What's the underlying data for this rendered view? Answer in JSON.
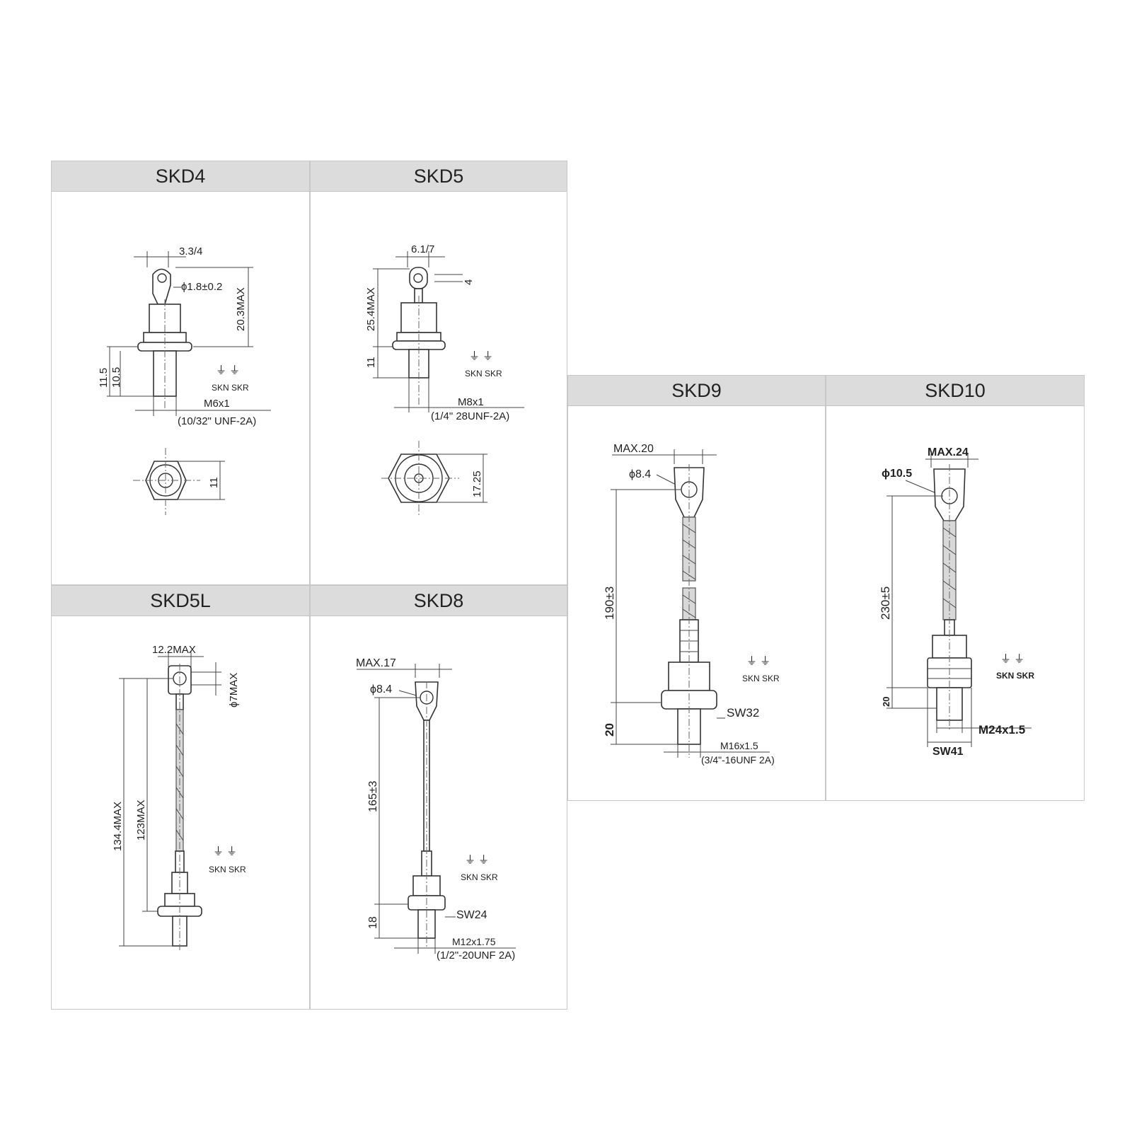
{
  "panels": [
    {
      "title": "SKD4",
      "labels": {
        "d1": "3.3/4",
        "d2": "ϕ1.8±0.2",
        "d3": "20.3MAX",
        "d4": "11.5",
        "d5": "10.5",
        "thread1": "M6x1",
        "thread2": "(10/32\" UNF-2A)",
        "hex": "11",
        "sym": "SKN SKR"
      }
    },
    {
      "title": "SKD5",
      "labels": {
        "d1": "6.1/7",
        "d2": "4",
        "d3": "25.4MAX",
        "d4": "11",
        "thread1": "M8x1",
        "thread2": "(1/4\" 28UNF-2A)",
        "hex": "17.25",
        "sym": "SKN SKR"
      }
    },
    {
      "title": "SKD5L",
      "labels": {
        "d1": "12.2MAX",
        "d2": "ϕ7MAX",
        "d3": "134.4MAX",
        "d4": "123MAX",
        "sym": "SKN SKR"
      }
    },
    {
      "title": "SKD8",
      "labels": {
        "d1": "MAX.17",
        "d2": "ϕ8.4",
        "d3": "165±3",
        "d4": "18",
        "sw": "SW24",
        "thread1": "M12x1.75",
        "thread2": "(1/2\"-20UNF 2A)",
        "sym": "SKN SKR"
      }
    },
    {
      "title": "SKD9",
      "labels": {
        "d1": "MAX.20",
        "d2": "ϕ8.4",
        "d3": "190±3",
        "d4": "20",
        "sw": "SW32",
        "thread1": "M16x1.5",
        "thread2": "(3/4\"-16UNF 2A)",
        "sym": "SKN SKR"
      }
    },
    {
      "title": "SKD10",
      "labels": {
        "d1": "MAX.24",
        "d2": "ϕ10.5",
        "d3": "230±5",
        "d4": "20",
        "sw": "SW41",
        "thread1": "M24x1.5",
        "sym": "SKN SKR"
      }
    }
  ]
}
